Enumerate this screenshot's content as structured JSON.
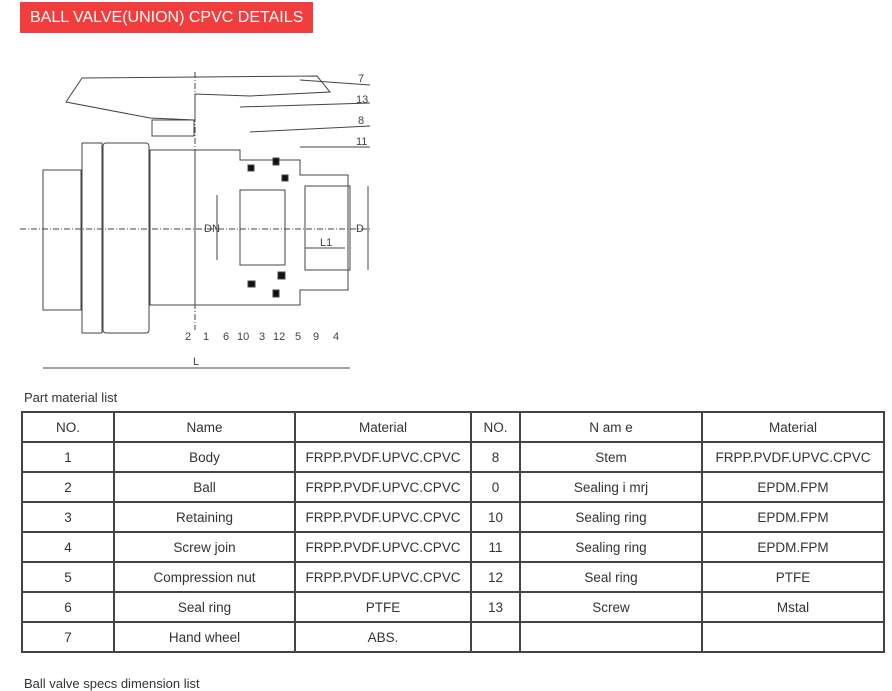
{
  "title": "BALL VALVE(UNION) CPVC DETAILS",
  "diagram": {
    "labels": [
      "7",
      "13",
      "8",
      "11",
      "2",
      "1",
      "6",
      "10",
      "3",
      "12",
      "5",
      "9",
      "4"
    ],
    "dims": [
      "DN",
      "D",
      "L1",
      "L"
    ]
  },
  "part_list_caption": "Part material list",
  "table": {
    "headers": [
      "NO.",
      "Name",
      "Material",
      "NO.",
      "N am e",
      "Material"
    ],
    "rows": [
      [
        "1",
        "Body",
        "FRPP.PVDF.UPVC.CPVC",
        "8",
        "Stem",
        "FRPP.PVDF.UPVC.CPVC"
      ],
      [
        "2",
        "Ball",
        "FRPP.PVDF.UPVC.CPVC",
        "0",
        "Sealing i mrj",
        "EPDM.FPM"
      ],
      [
        "3",
        "Retaining",
        "FRPP.PVDF.UPVC.CPVC",
        "10",
        "Sealing ring",
        "EPDM.FPM"
      ],
      [
        "4",
        "Screw join",
        "FRPP.PVDF.UPVC.CPVC",
        "11",
        "Sealing ring",
        "EPDM.FPM"
      ],
      [
        "5",
        "Compression nut",
        "FRPP.PVDF.UPVC.CPVC",
        "12",
        "Seal ring",
        "PTFE"
      ],
      [
        "6",
        "Seal ring",
        "PTFE",
        "13",
        "Screw",
        "Mstal"
      ],
      [
        "7",
        "Hand wheel",
        "ABS.",
        "",
        "",
        ""
      ]
    ]
  },
  "dimension_caption": "Ball valve specs dimension list"
}
